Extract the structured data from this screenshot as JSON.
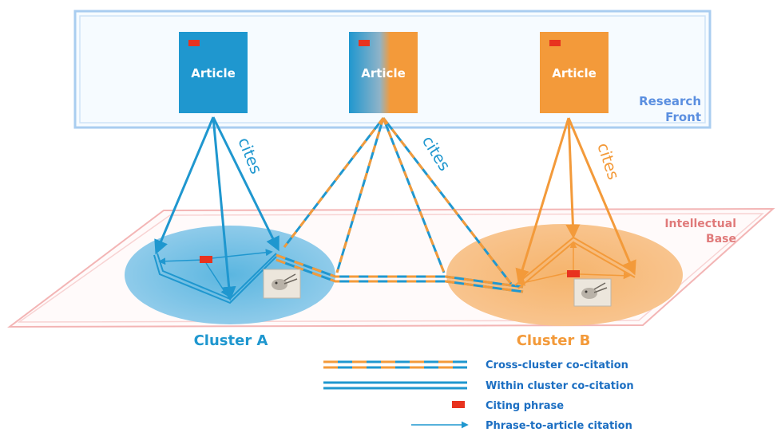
{
  "research_front": {
    "label_line1": "Research",
    "label_line2": "Front",
    "articles": [
      {
        "label": "Article",
        "style": "blue"
      },
      {
        "label": "Article",
        "style": "gradient"
      },
      {
        "label": "Article",
        "style": "orange"
      }
    ]
  },
  "intellectual_base": {
    "label_line1": "Intellectual",
    "label_line2": "Base"
  },
  "cites_labels": [
    "cites",
    "cites",
    "cites"
  ],
  "clusters": {
    "a": {
      "label": "Cluster A"
    },
    "b": {
      "label": "Cluster B"
    }
  },
  "legend": [
    {
      "symbol": "dashed-double-line",
      "label": "Cross-cluster co-citation"
    },
    {
      "symbol": "double-line",
      "label": "Within cluster co-citation"
    },
    {
      "symbol": "red-rectangle",
      "label": "Citing phrase"
    },
    {
      "symbol": "arrow",
      "label": "Phrase-to-article citation"
    }
  ],
  "colors": {
    "blue": "#1f97cf",
    "orange": "#f39a3a",
    "frame": "#a9cdf0",
    "frame_label": "#5b8fe0",
    "base_frame": "#f3b5b5",
    "base_label": "#e07a7a",
    "citing_red": "#e8331f",
    "legend_text": "#1b6ec2"
  }
}
